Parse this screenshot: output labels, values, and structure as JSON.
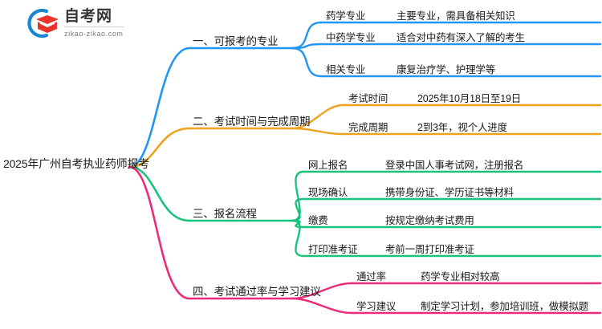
{
  "logo": {
    "title": "自考网",
    "domain": "zikao-zikao.com",
    "mark_icon": "graduation-cap-logo-icon",
    "arc_color": "#1a87d1",
    "cap_color": "#e8342a"
  },
  "mindmap": {
    "type": "mindmap",
    "root": {
      "label": "2025年广州自考执业药师报考"
    },
    "branches": [
      {
        "index": "1",
        "label": "一、可报考的专业",
        "color": "#2196f3",
        "children": [
          {
            "key": "药学专业",
            "value": "主要专业，需具备相关知识"
          },
          {
            "key": "中药学专业",
            "value": "适合对中药有深入了解的考生"
          },
          {
            "key": "相关专业",
            "value": "康复治疗学、护理学等"
          }
        ]
      },
      {
        "index": "2",
        "label": "二、考试时间与完成周期",
        "color": "#efa21b",
        "children": [
          {
            "key": "考试时间",
            "value": "2025年10月18日至19日"
          },
          {
            "key": "完成周期",
            "value": "2到3年，视个人进度"
          }
        ]
      },
      {
        "index": "3",
        "label": "三、报名流程",
        "color": "#19c37d",
        "children": [
          {
            "key": "网上报名",
            "value": "登录中国人事考试网，注册报名"
          },
          {
            "key": "现场确认",
            "value": "携带身份证、学历证书等材料"
          },
          {
            "key": "缴费",
            "value": "按规定缴纳考试费用"
          },
          {
            "key": "打印准考证",
            "value": "考前一周打印准考证"
          }
        ]
      },
      {
        "index": "4",
        "label": "四、考试通过率与学习建议",
        "color": "#ec2a7b",
        "children": [
          {
            "key": "通过率",
            "value": "药学专业相对较高"
          },
          {
            "key": "学习建议",
            "value": "制定学习计划，参加培训班，做模拟题"
          }
        ]
      }
    ]
  }
}
